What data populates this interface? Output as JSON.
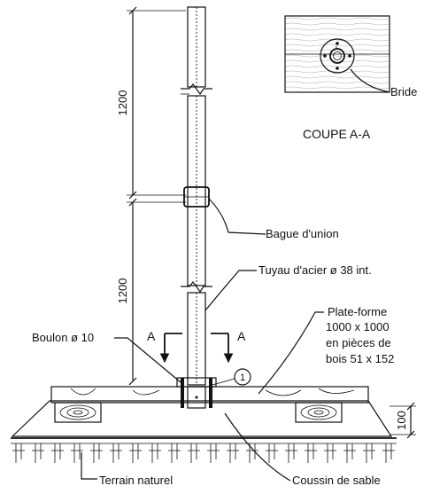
{
  "section": {
    "title": "COUPE A-A",
    "flange_label": "Bride"
  },
  "dimensions": {
    "upper_span": "1200",
    "lower_span": "1200",
    "pad_height": "100"
  },
  "labels": {
    "union_ring": "Bague d'union",
    "steel_pipe": "Tuyau d'acier ø 38 int.",
    "platform_line1": "Plate-forme",
    "platform_line2": "1000 x 1000",
    "platform_line3": "en pièces de",
    "platform_line4": "bois 51 x 152",
    "bolt": "Boulon ø 10",
    "section_mark_left": "A",
    "section_mark_right": "A",
    "callout_number": "1",
    "natural_ground": "Terrain naturel",
    "sand_cushion": "Coussin de sable"
  }
}
